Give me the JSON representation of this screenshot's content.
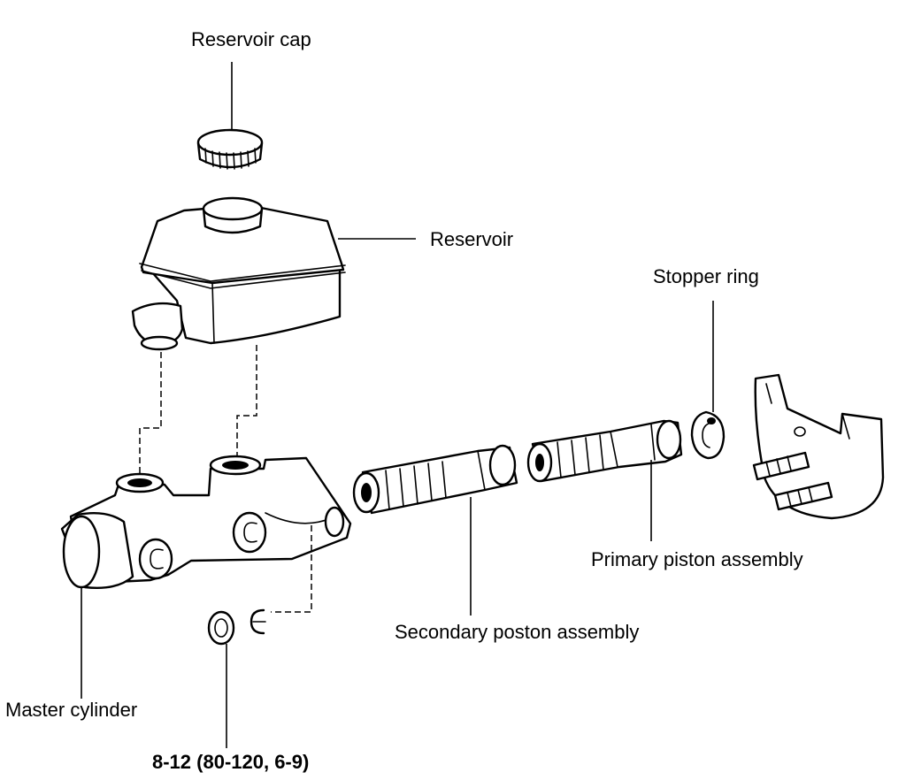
{
  "labels": {
    "reservoir_cap": "Reservoir cap",
    "reservoir": "Reservoir",
    "stopper_ring": "Stopper ring",
    "primary_piston": "Primary piston assembly",
    "secondary_piston": "Secondary poston assembly",
    "master_cylinder": "Master cylinder",
    "torque_spec": "8-12 (80-120, 6-9)"
  }
}
